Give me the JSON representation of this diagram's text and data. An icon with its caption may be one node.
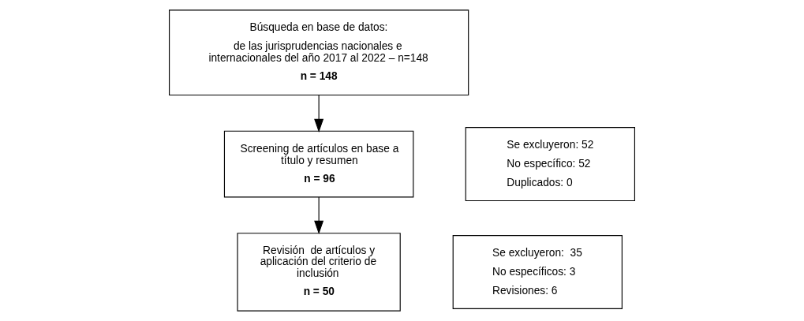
{
  "diagram": {
    "nodes": [
      {
        "text": [
          "Búsqueda en base de datos:",
          "de las jurisprudencias nacionales e internacionales del año 2017 al 2022 – n=148",
          "n = 148"
        ]
      },
      {
        "text": [
          "Se excluyeron: 52",
          "No específico: 52",
          "Duplicados: 0"
        ]
      },
      {
        "text": [
          "Screening de artículos en base a título y resumen",
          "n = 96"
        ]
      },
      {
        "text": [
          "Se excluyeron:  35",
          "No específicos: 3",
          "Revisiones: 6"
        ]
      },
      {
        "text": [
          "Revisión  de artículos y aplicación del criterio de inclusión",
          "n = 50"
        ]
      }
    ],
    "edges": [
      {
        "from": 0,
        "to": 2,
        "arrow": "to"
      },
      {
        "from": 2,
        "to": 4,
        "arrow": "to"
      }
    ]
  }
}
